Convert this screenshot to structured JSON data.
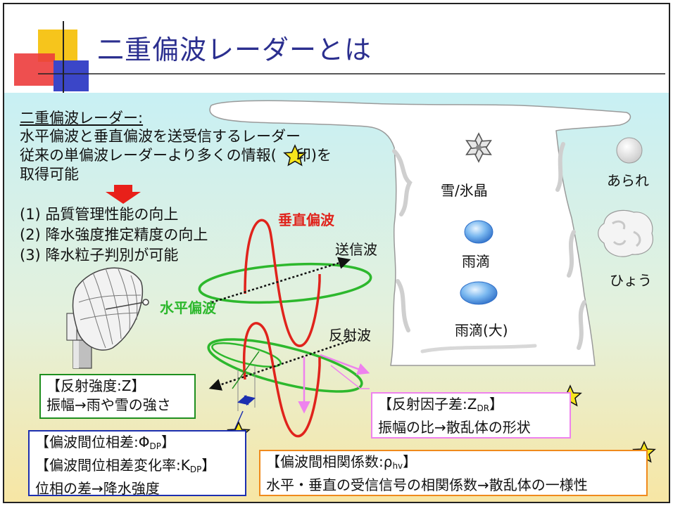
{
  "title": "二重偏波レーダーとは",
  "definition": {
    "heading": "二重偏波レーダー:",
    "line1": "水平偏波と垂直偏波を送受信するレーダー",
    "line2_pre": "従来の単偏波レーダーより多くの情報(",
    "line2_post": "印)を",
    "line3": "取得可能"
  },
  "benefits": [
    "(1) 品質管理性能の向上",
    "(2) 降水強度推定精度の向上",
    "(3) 降水粒子判別が可能"
  ],
  "waves": {
    "vertical": "垂直偏波",
    "horizontal": "水平偏波",
    "transmit": "送信波",
    "reflect": "反射波"
  },
  "particles": {
    "snow": "雪/氷晶",
    "rain": "雨滴",
    "rain_large": "雨滴(大)",
    "graupel": "あられ",
    "hail": "ひょう"
  },
  "boxes": {
    "z": {
      "title": "【反射強度:Z】",
      "desc": "振幅→雨や雪の強さ"
    },
    "zdr": {
      "title_pre": "【反射因子差:Z",
      "title_sub": "DR",
      "title_post": "】",
      "desc": "振幅の比→散乱体の形状"
    },
    "phase": {
      "line1_pre": "【偏波間位相差:Φ",
      "line1_sub": "DP",
      "line1_post": "】",
      "line2_pre": "【偏波間位相差変化率:K",
      "line2_sub": "DP",
      "line2_post": "】",
      "desc": "位相の差→降水強度"
    },
    "rho": {
      "title_pre": "【偏波間相関係数:ρ",
      "title_sub": "hv",
      "title_post": "】",
      "desc": "水平・垂直の受信信号の相関係数→散乱体の一様性"
    }
  },
  "colors": {
    "title": "#2b2f8f",
    "vertical_wave": "#e0231c",
    "horizontal_wave": "#2db82d",
    "box_z_border": "#1f8f1f",
    "box_zdr_border": "#ee82ee",
    "box_phase_border": "#1c2fb0",
    "box_rho_border": "#f08a1c",
    "star": "#f7e51c",
    "red_arrow": "#e8201a"
  },
  "icons": [
    "star-icon",
    "red-down-arrow-icon",
    "radar-dish-icon",
    "snowflake-icon",
    "raindrop-icon",
    "hail-icon",
    "graupel-icon"
  ]
}
